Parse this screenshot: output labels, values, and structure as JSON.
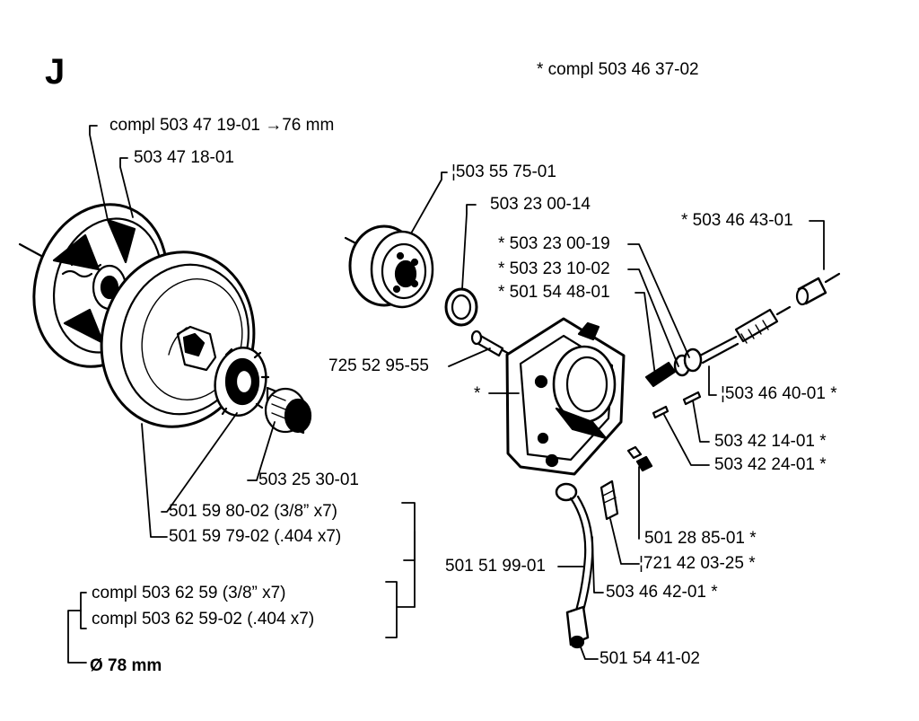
{
  "section_letter": "J",
  "header_note": "* compl 503 46 37-02",
  "labels": {
    "clutch_compl": "compl 503 47 19-01  →76 mm",
    "clutch_shoe": "503 47 18-01",
    "bearing": "¦503 55 75-01",
    "washer": "503 23 00-14",
    "screw_725": "725 52 95-55",
    "star_left": "*",
    "n_503_46_43": "* 503 46 43-01",
    "n_503_23_00_19": "* 503 23 00-19",
    "n_503_23_10_02": "* 503 23 10-02",
    "n_501_54_48_01": "* 501 54 48-01",
    "n_503_46_40_01": "¦503 46 40-01  *",
    "n_503_42_14_01": "503 42 14-01  *",
    "n_503_42_24_01": "503 42 24-01  *",
    "needle_bearing": "503 25 30-01",
    "drum_38": "501 59 80-02 (3/8” x7)",
    "drum_404": "501 59 79-02 (.404 x7)",
    "n_501_28_85_01": "501 28 85-01  *",
    "n_721_42_03_25": "¦721 42 03-25  *",
    "n_501_51_99_01": "501 51 99-01",
    "n_503_46_42_01": "503 46 42-01  *",
    "kit_38": "compl 503 62 59 (3/8” x7)",
    "kit_404": "compl 503 62 59-02 (.404 x7)",
    "diameter": "Ø 78 mm",
    "n_501_54_41_02": "501 54 41-02"
  }
}
